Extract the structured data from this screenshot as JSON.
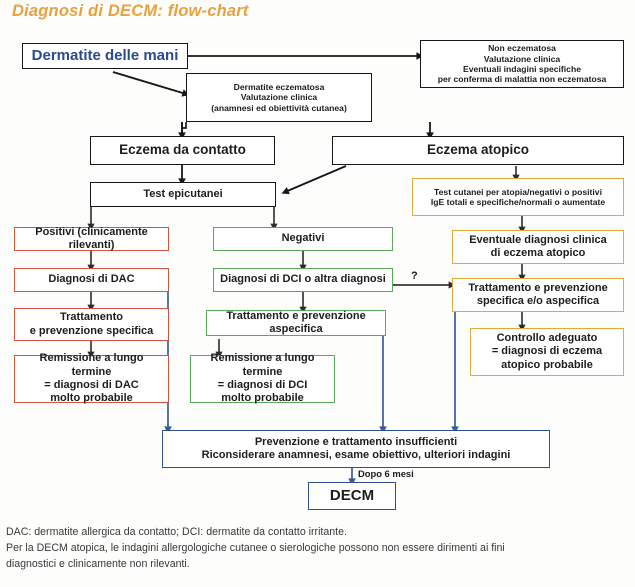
{
  "title": "Diagnosi di DECM: flow-chart",
  "colors": {
    "title": "#e8a13c",
    "black_border": "#17171a",
    "red_border": "#d4553b",
    "green_border": "#5aa95a",
    "orange_border": "#e0a93a",
    "blue_border": "#2f4f8f",
    "blue_text": "#2b4b8d"
  },
  "nodes": {
    "start": "Dermatite delle mani",
    "non_eczematosa": "Non eczematosa\nValutazione clinica\nEventuali indagini specifiche\nper conferma di malattia non eczematosa",
    "eczematosa": "Dermatite eczematosa\nValutazione clinica\n(anamnesi ed obiettività cutanea)",
    "eczema_contatto": "Eczema da contatto",
    "eczema_atopico": "Eczema atopico",
    "test_epicutanei": "Test epicutanei",
    "positivi": "Positivi (clinicamente rilevanti)",
    "diagnosi_dac": "Diagnosi di DAC",
    "trattamento_specifica": "Trattamento\ne prevenzione specifica",
    "remissione_dac": "Remissione a lungo termine\n= diagnosi di DAC\nmolto probabile",
    "negativi": "Negativi",
    "diagnosi_dci": "Diagnosi di DCI o altra diagnosi",
    "trattamento_aspecifica": "Trattamento e prevenzione aspecifica",
    "remissione_dci": "Remissione a lungo termine\n= diagnosi di DCI\nmolto probabile",
    "test_cutanei": "Test cutanei per atopia/negativi o positivi\nIgE totali e specifiche/normali o aumentate",
    "eventuale_diagnosi": "Eventuale diagnosi clinica\ndi eczema atopico",
    "trattamento_mista": "Trattamento e prevenzione\nspecifica e/o aspecifica",
    "controllo": "Controllo adeguato\n= diagnosi di eczema\natopico probabile",
    "prevenzione_insufficienti": "Prevenzione e trattamento insufficienti\nRiconsiderare anamnesi, esame obiettivo, ulteriori indagini",
    "decm": "DECM"
  },
  "edge_labels": {
    "question": "?",
    "dopo_6_mesi": "Dopo 6 mesi"
  },
  "footnote": {
    "line1": "DAC: dermatite allergica da contatto; DCI: dermatite da contatto irritante.",
    "line2": "Per la DECM atopica, le indagini allergologiche cutanee o sierologiche possono non essere dirimenti ai fini",
    "line3": "diagnostici e clinicamente non rilevanti."
  }
}
